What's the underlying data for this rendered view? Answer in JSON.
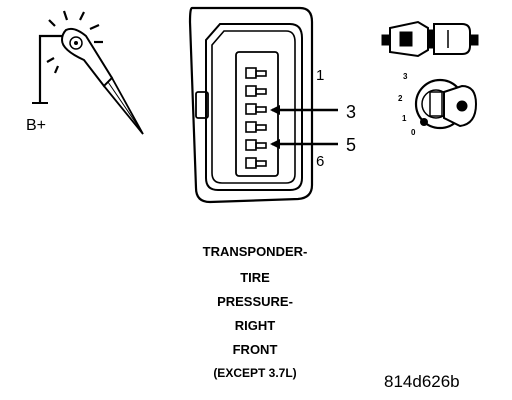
{
  "probe": {
    "terminal_label": "B+"
  },
  "connector": {
    "pin_labels": {
      "pin_1": "1",
      "pin_3": "3",
      "pin_5": "5",
      "pin_6": "6"
    }
  },
  "ignition_switch": {
    "positions": [
      "3",
      "2",
      "1",
      "0"
    ]
  },
  "caption": {
    "lines": [
      "TRANSPONDER-",
      "TIRE",
      "PRESSURE-",
      "RIGHT",
      "FRONT",
      "(EXCEPT 3.7L)"
    ]
  },
  "figure_code": "814d626b",
  "colors": {
    "ink": "#000000",
    "background": "#ffffff"
  }
}
